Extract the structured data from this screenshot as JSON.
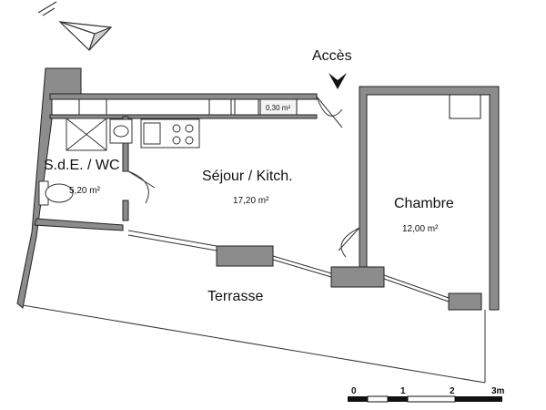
{
  "colors": {
    "wall": "#8c8c8c",
    "wall_stroke": "#222222",
    "line": "#333333",
    "paper": "#ffffff"
  },
  "icons": [
    "north-arrow-icon",
    "entrance-arrow-icon",
    "shower-icon",
    "sink-icon",
    "hob-icon",
    "toilet-icon"
  ],
  "plan": {
    "access_label": "Accès",
    "rooms": [
      {
        "id": "sde",
        "name": "S.d.E. / WC",
        "area": "5,20 m²"
      },
      {
        "id": "sejour",
        "name": "Séjour / Kitch.",
        "area": "17,20 m²"
      },
      {
        "id": "chambre",
        "name": "Chambre",
        "area": "12,00 m²"
      }
    ],
    "closet_area": "0,30 m²",
    "terrace_name": "Terrasse",
    "scale_ticks": [
      "0",
      "1",
      "2",
      "3m"
    ]
  }
}
